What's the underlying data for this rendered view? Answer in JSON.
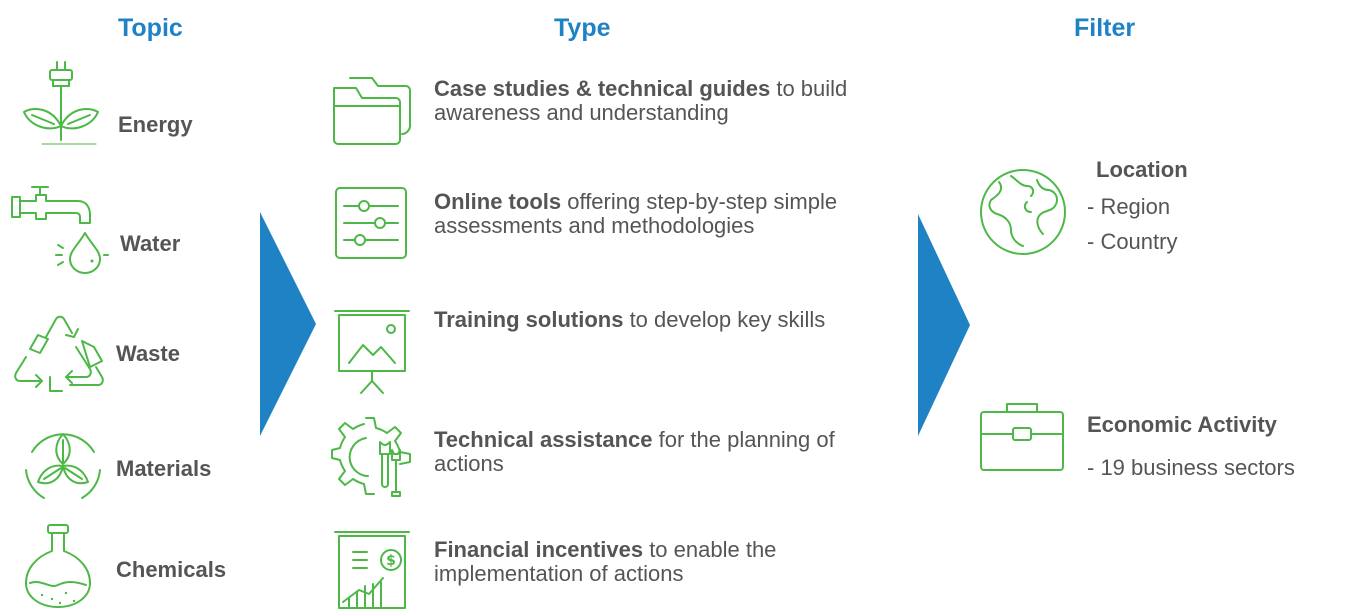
{
  "headers": {
    "topic": "Topic",
    "type": "Type",
    "filter": "Filter"
  },
  "accent_color": "#1f82c4",
  "icon_color": "#4db848",
  "topics": [
    {
      "label": "Energy",
      "icon": "plant-plug-icon"
    },
    {
      "label": "Water",
      "icon": "faucet-drop-icon"
    },
    {
      "label": "Waste",
      "icon": "recycle-icon"
    },
    {
      "label": "Materials",
      "icon": "leaves-circle-icon"
    },
    {
      "label": "Chemicals",
      "icon": "flask-icon"
    }
  ],
  "types": [
    {
      "bold": "Case studies & technical guides",
      "rest": " to build awareness and understanding",
      "icon": "folders-icon"
    },
    {
      "bold": "Online tools",
      "rest": " offering step-by-step simple assessments and methodologies",
      "icon": "sliders-icon"
    },
    {
      "bold": "Training solutions",
      "rest": " to develop key skills",
      "icon": "presentation-board-icon"
    },
    {
      "bold": "Technical assistance",
      "rest": " for the planning of actions",
      "icon": "gear-tools-icon"
    },
    {
      "bold": "Financial incentives",
      "rest": " to enable the implementation of actions",
      "icon": "finance-chart-icon"
    }
  ],
  "filters": [
    {
      "title": "Location",
      "items": [
        "- Region",
        "- Country"
      ],
      "icon": "globe-icon"
    },
    {
      "title": "Economic Activity",
      "items": [
        "- 19 business sectors"
      ],
      "icon": "briefcase-icon"
    }
  ]
}
